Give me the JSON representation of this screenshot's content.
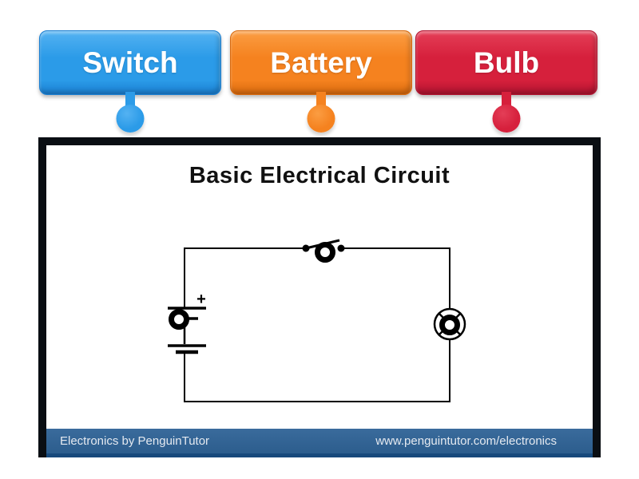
{
  "labels": [
    {
      "id": "switch",
      "text": "Switch",
      "color": "#2b9be8",
      "color_light": "#54b2f2",
      "color_dark": "#1a7fd2"
    },
    {
      "id": "battery",
      "text": "Battery",
      "color": "#f5821f",
      "color_light": "#fb9d42",
      "color_dark": "#d96a0e"
    },
    {
      "id": "bulb",
      "text": "Bulb",
      "color": "#d6203c",
      "color_light": "#e43e57",
      "color_dark": "#b01330"
    }
  ],
  "diagram": {
    "title": "Basic Electrical Circuit",
    "battery_plus_sign": "+",
    "frame_color": "#0a0e13",
    "footer": {
      "left_text": "Electronics by PenguinTutor",
      "right_text": "www.penguintutor.com/electronics",
      "bar_color": "#2e6191",
      "bar_edge_color": "#17497c",
      "text_color": "#e4e9f0"
    },
    "dropzones": [
      {
        "id": "dropzone-switch-symbol"
      },
      {
        "id": "dropzone-battery-symbol"
      },
      {
        "id": "dropzone-bulb-symbol"
      }
    ]
  }
}
